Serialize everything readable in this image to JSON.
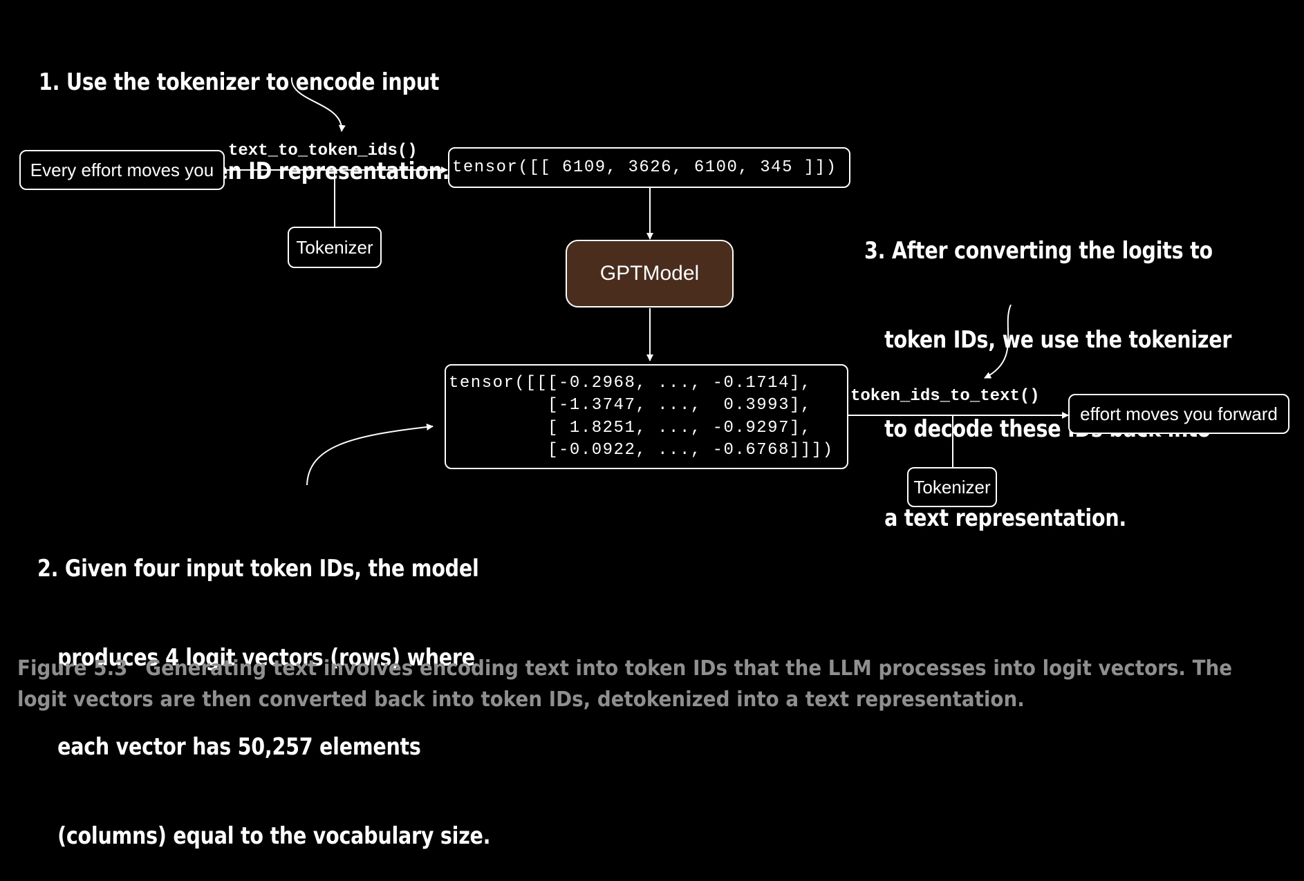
{
  "annotations": {
    "step1": [
      "1. Use the tokenizer to encode input",
      "   text into a token ID representation."
    ],
    "step2": [
      "2. Given four input token IDs, the model",
      "   produces 4 logit vectors (rows) where",
      "   each vector has 50,257 elements",
      "   (columns) equal to the vocabulary size."
    ],
    "step3": [
      "3. After converting the logits to",
      "   token IDs, we use the tokenizer",
      "   to decode these IDs back into",
      "   a text representation."
    ]
  },
  "nodes": {
    "input_text": "Every effort moves you",
    "tokenizer_encode": "Tokenizer",
    "token_ids_tensor": "tensor([[ 6109, 3626, 6100, 345 ]])",
    "model": "GPTModel",
    "logits_tensor": [
      "tensor([[[-0.2968, ..., -0.1714],",
      "         [-1.3747, ...,  0.3993],",
      "         [ 1.8251, ..., -0.9297],",
      "         [-0.0922, ..., -0.6768]]])"
    ],
    "tokenizer_decode": "Tokenizer",
    "output_text": "effort moves you forward"
  },
  "functions": {
    "encode": "text_to_token_ids()",
    "decode": "token_ids_to_text()"
  },
  "caption": {
    "label": "Figure 5.3",
    "lines": [
      "Generating text involves encoding text into token IDs that the LLM processes into logit vectors. The",
      "logit vectors are then converted back into token IDs, detokenized into a text representation."
    ]
  },
  "colors": {
    "background": "#000000",
    "foreground": "#ffffff",
    "model_fill": "#4a2d1c",
    "caption_text": "#8f8f8f"
  }
}
